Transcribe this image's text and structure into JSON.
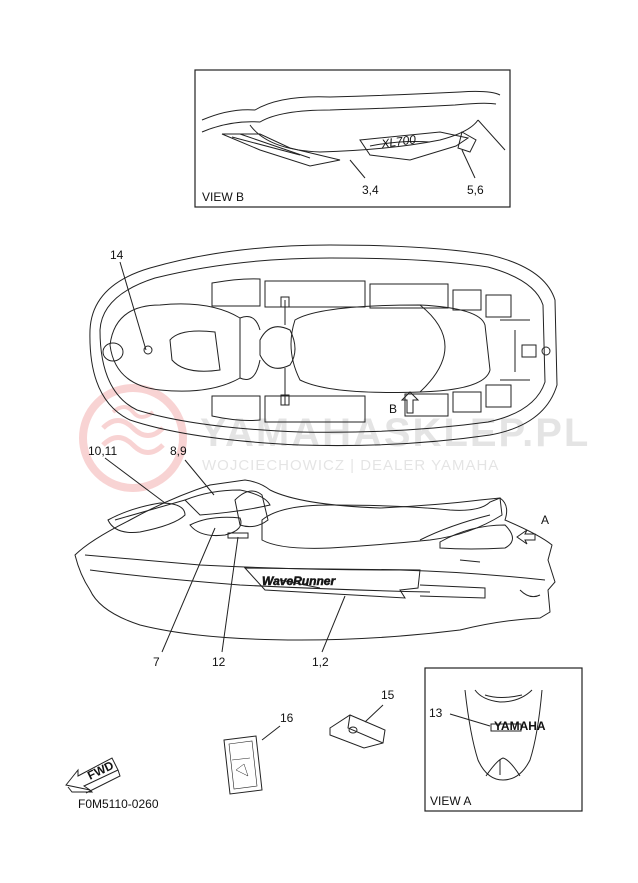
{
  "view_b": {
    "label": "VIEW B",
    "callouts": [
      "3,4",
      "5,6"
    ]
  },
  "view_a": {
    "label": "VIEW A",
    "callouts": [
      "13"
    ],
    "decal_text": "YAMAHA"
  },
  "top_view": {
    "callouts": [
      "14"
    ],
    "arrow_label": "B"
  },
  "side_view": {
    "callouts": [
      "10,11",
      "8,9",
      "7",
      "12",
      "1,2"
    ],
    "view_arrow_label": "A",
    "hull_decal_text": "WaveRunner"
  },
  "parts": {
    "callouts": [
      "16",
      "15"
    ]
  },
  "fwd_symbol": {
    "text": "FWD"
  },
  "figure_code": "F0M5110-0260",
  "watermark": {
    "line1": "YAMAHASKLEP.PL",
    "line2": "WOJCIECHOWICZ | DEALER YAMAHA"
  }
}
